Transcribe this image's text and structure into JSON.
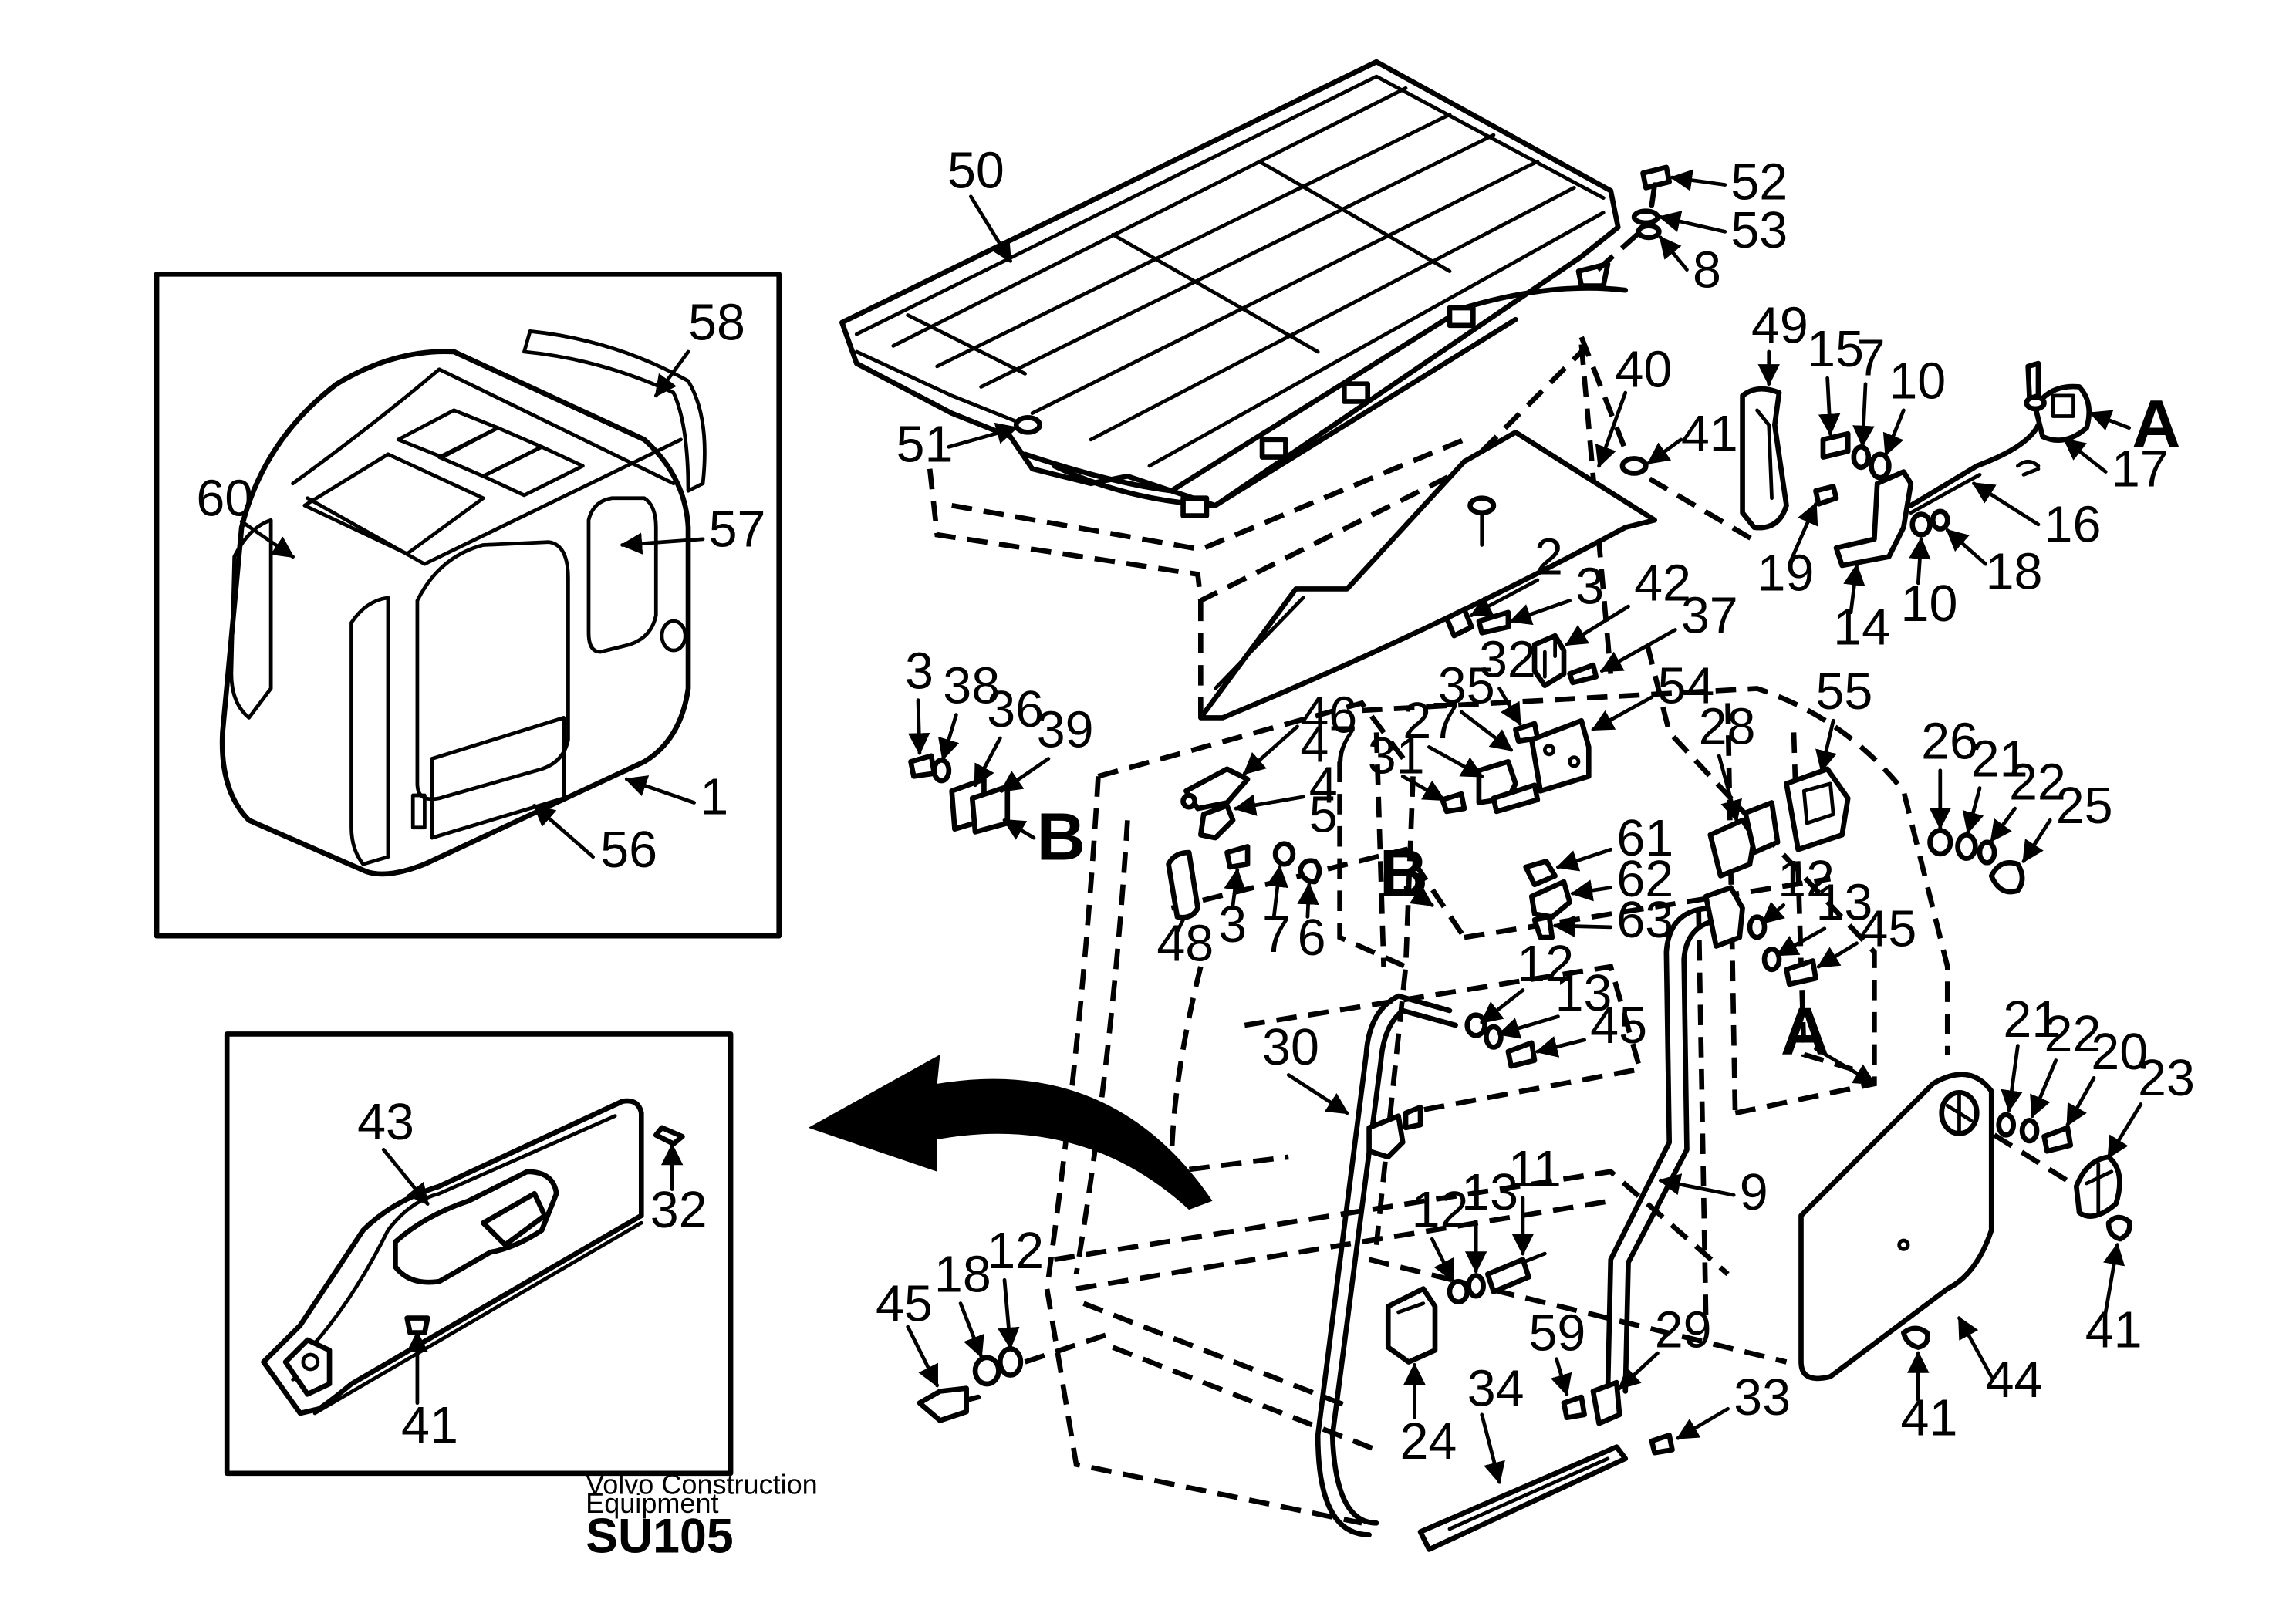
{
  "publisher": {
    "line1": "Volvo Construction",
    "line2": "Equipment"
  },
  "drawing_code": "SU105",
  "view_letters": {
    "a": "A",
    "b": "B"
  },
  "labels": {
    "n1": "1",
    "n2": "2",
    "n3a": "3",
    "n3b": "3",
    "n3c": "3",
    "n4": "4",
    "n5": "5",
    "n6": "6",
    "n7a": "7",
    "n7b": "7",
    "n8": "8",
    "n9": "9",
    "n10a": "10",
    "n10b": "10",
    "n11": "11",
    "n12a": "12",
    "n12b": "12",
    "n12c": "12",
    "n12d": "12",
    "n13a": "13",
    "n13b": "13",
    "n13c": "13",
    "n14": "14",
    "n15": "15",
    "n16": "16",
    "n17": "17",
    "n18a": "18",
    "n18b": "18",
    "n19": "19",
    "n20": "20",
    "n21a": "21",
    "n21b": "21",
    "n22a": "22",
    "n22b": "22",
    "n23": "23",
    "n24": "24",
    "n25": "25",
    "n26": "26",
    "n27": "27",
    "n28": "28",
    "n29": "29",
    "n30": "30",
    "n31": "31",
    "n32a": "32",
    "n32b": "32",
    "n33": "33",
    "n34": "34",
    "n35": "35",
    "n36": "36",
    "n37": "37",
    "n38": "38",
    "n39": "39",
    "n40": "40",
    "n41a": "41",
    "n41b": "41",
    "n41c": "41",
    "n41d": "41",
    "n42": "42",
    "n43": "43",
    "n44": "44",
    "n45a": "45",
    "n45b": "45",
    "n45c": "45",
    "n46": "46",
    "n47": "47",
    "n48": "48",
    "n49": "49",
    "n50": "50",
    "n51": "51",
    "n52": "52",
    "n53": "53",
    "n54": "54",
    "n55": "55",
    "n56": "56",
    "n57": "57",
    "n58": "58",
    "n59": "59",
    "n60": "60",
    "n61": "61",
    "n62": "62",
    "n63": "63"
  }
}
